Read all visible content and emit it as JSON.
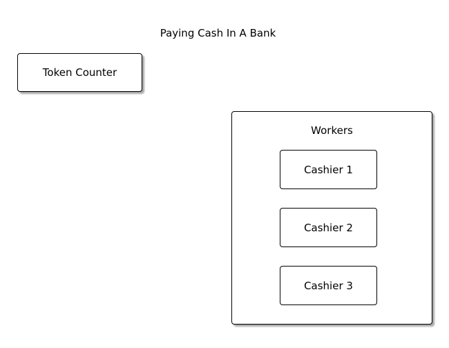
{
  "diagram": {
    "title": "Paying Cash In A Bank",
    "nodes": {
      "token_counter": "Token Counter",
      "cashiers": [
        "Cashier 1",
        "Cashier 2",
        "Cashier 3"
      ]
    },
    "groups": {
      "workers": "Workers"
    }
  }
}
